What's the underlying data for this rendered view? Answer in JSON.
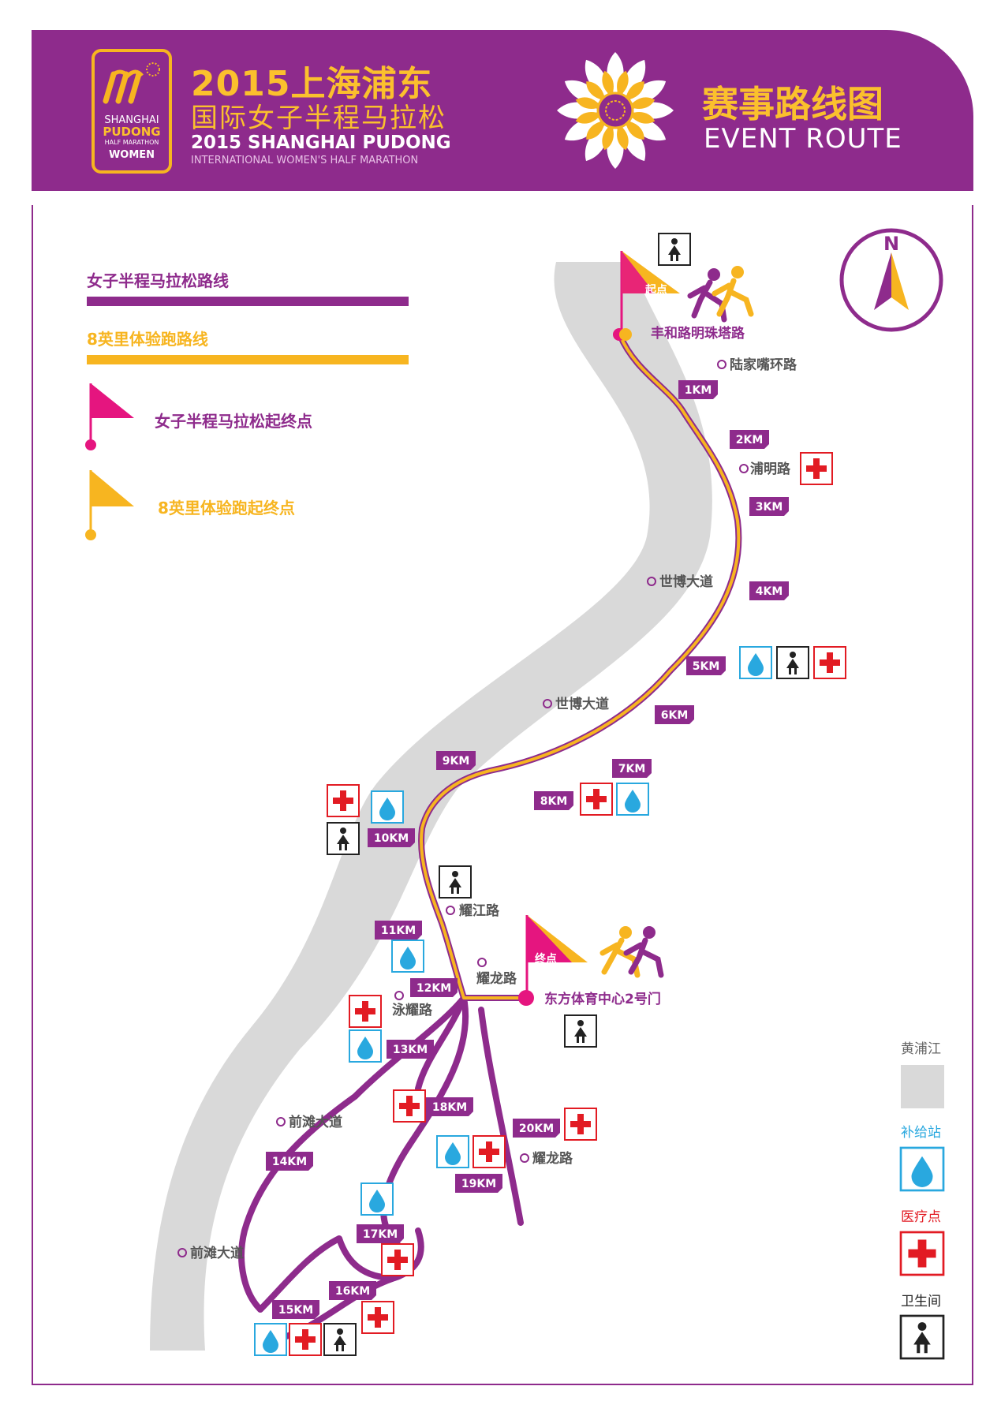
{
  "header": {
    "logo": {
      "line1": "SHANGHAI",
      "line2": "PUDONG",
      "line3": "HALF MARATHON",
      "line4": "WOMEN"
    },
    "title_cn_1": "2015上海浦东",
    "title_cn_2": "国际女子半程马拉松",
    "title_en_1": "2015 SHANGHAI PUDONG",
    "title_en_2": "INTERNATIONAL WOMEN'S  HALF MARATHON",
    "map_title_cn": "赛事路线图",
    "map_title_en": "EVENT ROUTE"
  },
  "colors": {
    "purple": "#8e2b8c",
    "yellow": "#f7b520",
    "magenta": "#e5157f",
    "river": "#d9d9d9",
    "medical_red": "#e21b23",
    "water_blue": "#29a8df"
  },
  "legend": {
    "half_marathon_route": "女子半程马拉松路线",
    "fun_run_route": "8英里体验跑路线",
    "half_marathon_start_finish": "女子半程马拉松起终点",
    "fun_run_start_finish": "8英里体验跑起终点"
  },
  "compass": {
    "label": "N"
  },
  "right_legend": {
    "river": "黄浦江",
    "water_station": "补给站",
    "medical": "医疗点",
    "toilet": "卫生间"
  },
  "start": {
    "flag_label": "起点",
    "location": "丰和路明珠塔路"
  },
  "finish": {
    "flag_label": "终点",
    "location": "东方体育中心2号门"
  },
  "roads": {
    "lujiazui": "陆家嘴环路",
    "puming": "浦明路",
    "shibo_1": "世博大道",
    "shibo_2": "世博大道",
    "yaojiang": "耀江路",
    "yaolong_1": "耀龙路",
    "yongyao": "泳耀路",
    "qiantan_1": "前滩大道",
    "yaolong_2": "耀龙路",
    "qiantan_2": "前滩大道"
  },
  "km_markers": {
    "km1": "1KM",
    "km2": "2KM",
    "km3": "3KM",
    "km4": "4KM",
    "km5": "5KM",
    "km6": "6KM",
    "km7": "7KM",
    "km8": "8KM",
    "km9": "9KM",
    "km10": "10KM",
    "km11": "11KM",
    "km12": "12KM",
    "km13": "13KM",
    "km14": "14KM",
    "km15": "15KM",
    "km16": "16KM",
    "km17": "17KM",
    "km18": "18KM",
    "km19": "19KM",
    "km20": "20KM"
  },
  "icons": [
    "water-drop-icon",
    "medical-cross-icon",
    "toilet-icon",
    "flag-icon",
    "runner-icon",
    "compass-icon",
    "flower-logo-icon"
  ]
}
